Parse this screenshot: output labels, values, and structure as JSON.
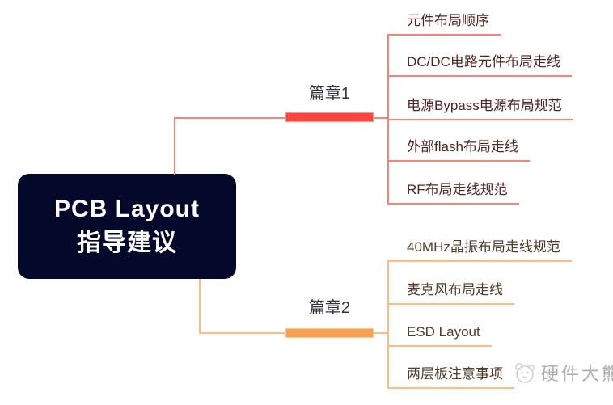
{
  "root": {
    "title_line1": "PCB Layout",
    "title_line2": "指导建议",
    "bg_color": "#04082a",
    "text_color": "#ffffff"
  },
  "branches": [
    {
      "label": "篇章1",
      "bar_color": "#fb453c",
      "bar_border_color": "#fd958d",
      "line_color": "#f8837a",
      "text_color": "#502623",
      "items": [
        "元件布局顺序",
        "DC/DC电路元件布局走线",
        "电源Bypass电源布局规范",
        "外部flash布局走线",
        "RF布局走线规范"
      ]
    },
    {
      "label": "篇章2",
      "bar_color": "#f7a04f",
      "bar_border_color": "#fbc795",
      "line_color": "#f9bd85",
      "text_color": "#4f3c2b",
      "items": [
        "40MHz晶振布局走线规范",
        "麦克风布局走线",
        "ESD Layout",
        "两层板注意事项"
      ]
    }
  ],
  "watermark": {
    "text": "硬件大熊",
    "color": "#9b9b9b",
    "icon": "bear-face-icon"
  }
}
